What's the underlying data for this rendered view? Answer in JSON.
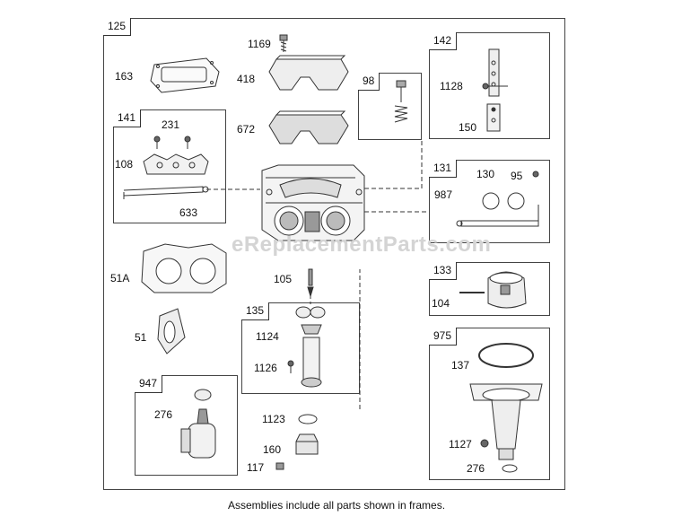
{
  "frames": {
    "main": "125",
    "f141": "141",
    "f98": "98",
    "f142": "142",
    "f131": "131",
    "f133": "133",
    "f135": "135",
    "f947": "947",
    "f975": "975"
  },
  "labels": {
    "l163": "163",
    "l1169": "1169",
    "l418": "418",
    "l672": "672",
    "l231": "231",
    "l108": "108",
    "l633": "633",
    "l1128": "1128",
    "l150": "150",
    "l130": "130",
    "l95": "95",
    "l987": "987",
    "l51A": "51A",
    "l105": "105",
    "l104": "104",
    "l51": "51",
    "l1124": "1124",
    "l1126": "1126",
    "l137": "137",
    "l276a": "276",
    "l1123": "1123",
    "l160": "160",
    "l117": "117",
    "l1127": "1127",
    "l276b": "276"
  },
  "watermark": "eReplacementParts.com",
  "caption": "Assemblies include all parts shown in frames."
}
